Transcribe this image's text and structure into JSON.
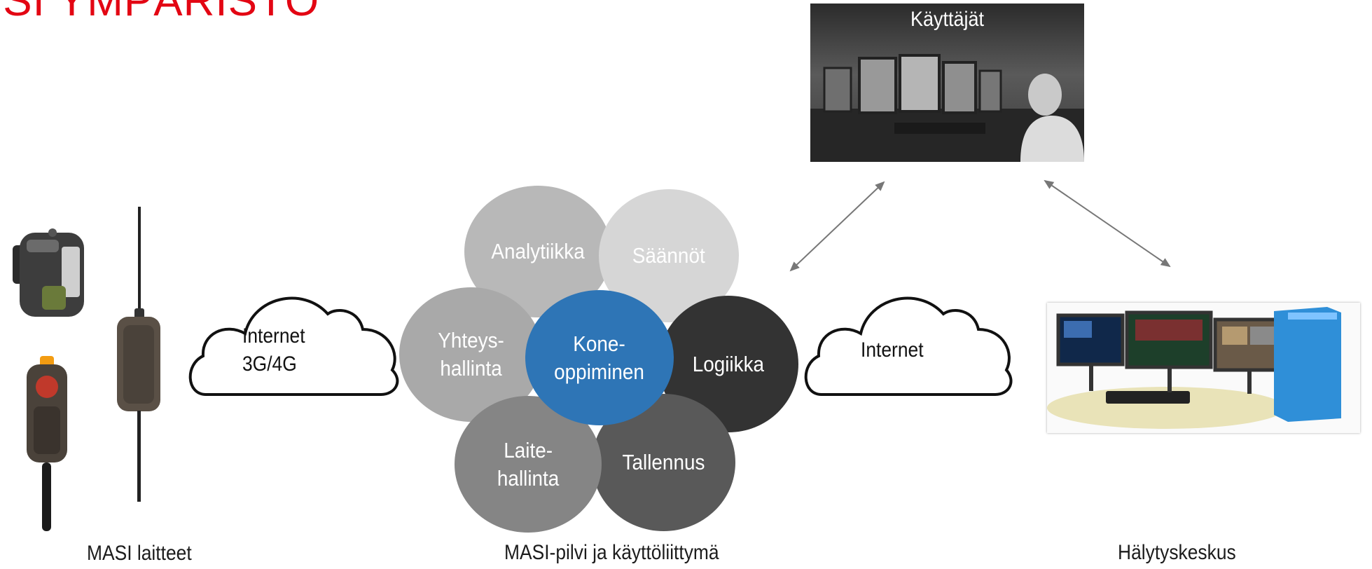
{
  "title": "ISI YMPÄRISTÖ",
  "users_photo": {
    "label": "Käyttäjät"
  },
  "clouds": {
    "left": {
      "line1": "Internet",
      "line2": "3G/4G"
    },
    "right": {
      "line1": "Internet"
    }
  },
  "bubbles": {
    "analytiikka": {
      "label": "Analytiikka",
      "color": "#b8b8b8"
    },
    "saannot": {
      "label": "Säännöt",
      "color": "#d6d6d6"
    },
    "yhteys": {
      "label": "Yhteys-\nhallinta",
      "color": "#a9a9a9"
    },
    "kone": {
      "label": "Kone-\noppiminen",
      "color": "#2e75b6"
    },
    "logiikka": {
      "label": "Logiikka",
      "color": "#333333"
    },
    "laite": {
      "label": "Laite-\nhallinta",
      "color": "#858585"
    },
    "tallennus": {
      "label": "Tallennus",
      "color": "#595959"
    }
  },
  "captions": {
    "devices": "MASI laitteet",
    "cloud": "MASI-pilvi ja käyttöliittymä",
    "alarm_center": "Hälytyskeskus"
  },
  "colors": {
    "title": "#e30613",
    "arrow": "#777777"
  }
}
